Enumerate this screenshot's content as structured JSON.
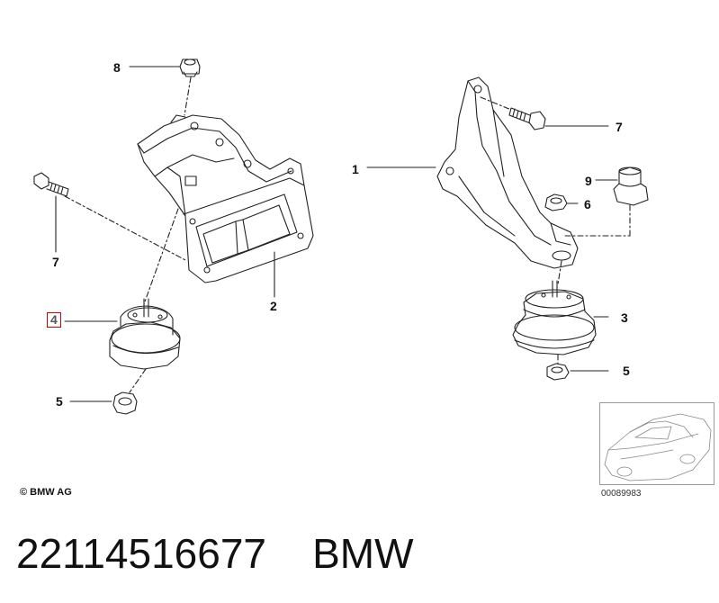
{
  "callouts": {
    "c8": "8",
    "c7_left": "7",
    "c4": "4",
    "c5_left": "5",
    "c2": "2",
    "c1": "1",
    "c7_right": "7",
    "c9": "9",
    "c6": "6",
    "c3": "3",
    "c5_right": "5"
  },
  "copyright": "© BMW AG",
  "thumbnail_code": "00089983",
  "caption": {
    "part_number": "22114516677",
    "brand": "BMW"
  },
  "colors": {
    "line": "#222222",
    "highlight_border": "#d40000"
  }
}
